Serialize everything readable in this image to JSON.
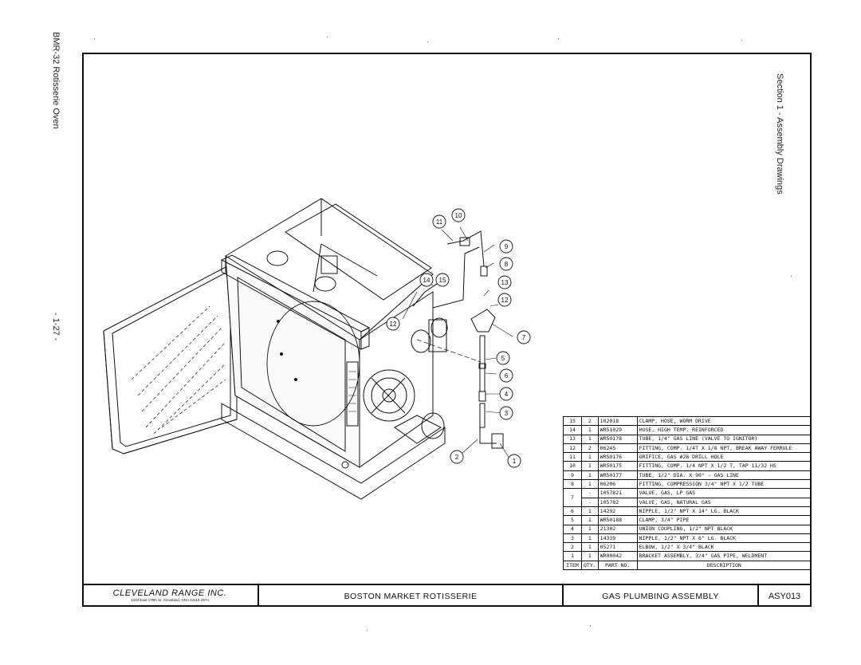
{
  "page": {
    "document_title": "BMR-32 Rotisserie Oven",
    "page_number": "- 1-27 -",
    "section_title": "Section 1 - Assembly Drawings"
  },
  "parts_list": {
    "header": {
      "item": "ITEM",
      "qty": "QTY.",
      "part_no": "PART NO.",
      "description": "DESCRIPTION"
    },
    "rows": [
      {
        "item": "15",
        "qty": "2",
        "part_no": "102018",
        "description": "CLAMP, HOSE, WORM DRIVE"
      },
      {
        "item": "14",
        "qty": "1",
        "part_no": "WR51029",
        "description": "HOSE, HIGH TEMP. REINFORCED"
      },
      {
        "item": "13",
        "qty": "1",
        "part_no": "WR50178",
        "description": "TUBE, 1/4\" GAS LINE (VALVE TO IGNITOR)"
      },
      {
        "item": "12",
        "qty": "2",
        "part_no": "06245",
        "description": "FITTING, COMP. 1/4T X 1/8 NPT, BREAK AWAY FERRULE"
      },
      {
        "item": "11",
        "qty": "1",
        "part_no": "WR50176",
        "description": "ORIFICE, GAS #26 DRILL HOLE"
      },
      {
        "item": "10",
        "qty": "1",
        "part_no": "WR50175",
        "description": "FITTING, COMP. 1/4 NPT X 1/2 T, TAP 11/32 HS"
      },
      {
        "item": "9",
        "qty": "1",
        "part_no": "WR50177",
        "description": "TUBE, 1/2\" DIA. X 90° - GAS LINE"
      },
      {
        "item": "8",
        "qty": "1",
        "part_no": "06206",
        "description": "FITTING, COMPRESSION 3/4\" NPT X 1/2 TUBE"
      },
      {
        "item": "7",
        "qty": "-",
        "part_no": "1057821",
        "description": "VALVE, GAS, LP GAS"
      },
      {
        "item": "",
        "qty": "-",
        "part_no": "105782",
        "description": "VALVE, GAS, NATURAL GAS"
      },
      {
        "item": "6",
        "qty": "1",
        "part_no": "14292",
        "description": "NIPPLE, 1/2\" NPT X 14\" LG. BLACK"
      },
      {
        "item": "5",
        "qty": "1",
        "part_no": "WR50188",
        "description": "CLAMP, 3/4\" PIPE"
      },
      {
        "item": "4",
        "qty": "1",
        "part_no": "21302",
        "description": "UNION COUPLING, 1/2\" NPT BLACK"
      },
      {
        "item": "3",
        "qty": "1",
        "part_no": "14339",
        "description": "NIPPLE, 1/2\" NPT X 6\" LG. BLACK"
      },
      {
        "item": "2",
        "qty": "1",
        "part_no": "05271",
        "description": "ELBOW, 1/2\" X 3/4\" BLACK"
      },
      {
        "item": "1",
        "qty": "1",
        "part_no": "WR00042",
        "description": "BRACKET ASSEMBLY, 3/4\" GAS PIPE, WELDMENT"
      }
    ]
  },
  "title_block": {
    "company_name": "CLEVELAND RANGE INC.",
    "company_address": "1333 East 179th St. Cleveland, Ohio 44110-2574",
    "product": "BOSTON MARKET ROTISSERIE",
    "assembly_name": "GAS PLUMBING ASSEMBLY",
    "drawing_number": "ASY013"
  },
  "callouts": [
    "1",
    "2",
    "3",
    "4",
    "5",
    "6",
    "7",
    "8",
    "9",
    "10",
    "11",
    "12",
    "12",
    "13",
    "14",
    "15"
  ],
  "colors": {
    "ink": "#111111",
    "paper": "#ffffff"
  }
}
